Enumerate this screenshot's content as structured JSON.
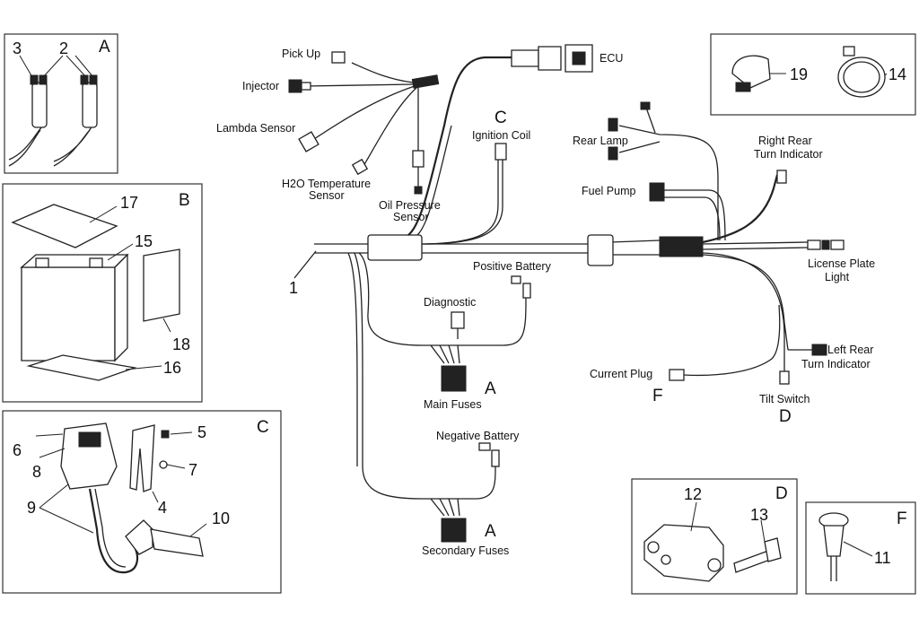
{
  "labels": {
    "pick_up": "Pick Up",
    "ecu": "ECU",
    "injector": "Injector",
    "lambda_sensor": "Lambda Sensor",
    "h2o_temp_l1": "H2O Temperature",
    "h2o_temp_l2": "Sensor",
    "oil_pressure_l1": "Oil Pressure",
    "oil_pressure_l2": "Sensor",
    "ignition_coil": "Ignition Coil",
    "rear_lamp": "Rear Lamp",
    "fuel_pump": "Fuel Pump",
    "right_rear_l1": "Right Rear",
    "right_rear_l2": "Turn Indicator",
    "license_plate_l1": "License Plate",
    "license_plate_l2": "Light",
    "positive_battery": "Positive Battery",
    "diagnostic": "Diagnostic",
    "main_fuses": "Main Fuses",
    "current_plug": "Current Plug",
    "left_rear_l1": "Left Rear",
    "left_rear_l2": "Turn Indicator",
    "tilt_switch": "Tilt Switch",
    "negative_battery": "Negative Battery",
    "secondary_fuses": "Secondary Fuses"
  },
  "letters": {
    "coil": "C",
    "main_fuses": "A",
    "current_plug": "F",
    "tilt_switch": "D",
    "secondary_fuses": "A"
  },
  "numbers": {
    "harness": "1"
  },
  "insets": {
    "a": {
      "letter": "A",
      "n3": "3",
      "n2": "2"
    },
    "b": {
      "letter": "B",
      "n17": "17",
      "n15": "15",
      "n18": "18",
      "n16": "16"
    },
    "c": {
      "letter": "C",
      "n6": "6",
      "n8": "8",
      "n9": "9",
      "n5": "5",
      "n7": "7",
      "n4": "4",
      "n10": "10"
    },
    "clamps": {
      "n19": "19",
      "n14": "14"
    },
    "d": {
      "letter": "D",
      "n12": "12",
      "n13": "13"
    },
    "f": {
      "letter": "F",
      "n11": "11"
    }
  }
}
